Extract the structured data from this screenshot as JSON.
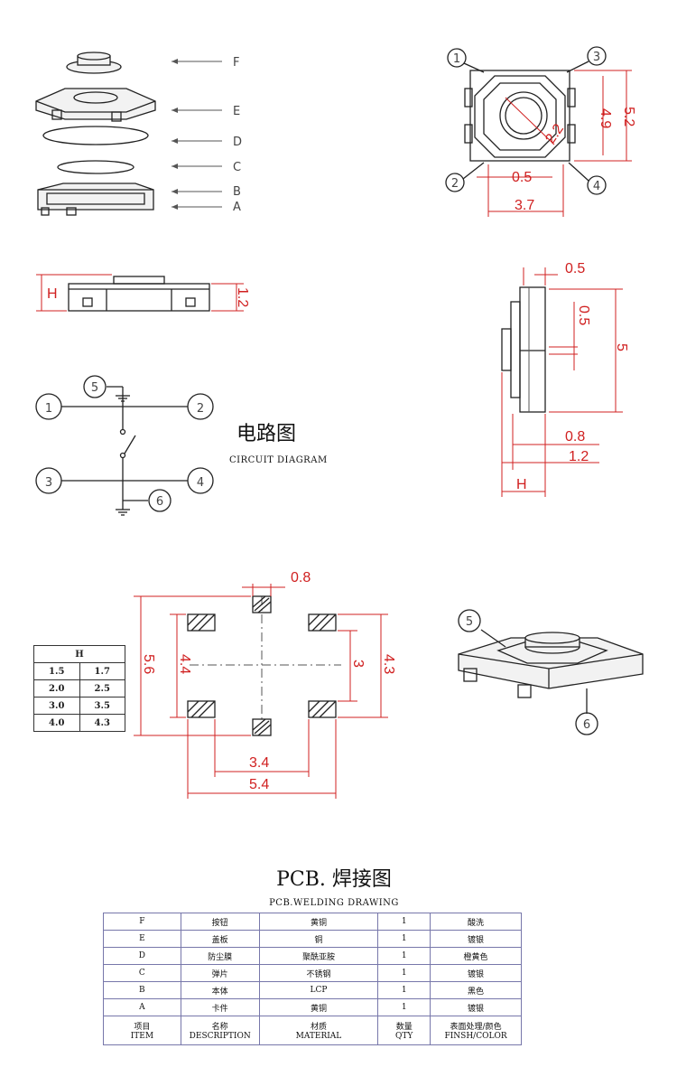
{
  "exploded_view": {
    "labels": [
      "F",
      "E",
      "D",
      "C",
      "B",
      "A"
    ]
  },
  "top_view": {
    "pins": [
      "1",
      "2",
      "3",
      "4"
    ],
    "dims": {
      "width": "3.7",
      "height": "4.9",
      "overall": "5.2",
      "gap": "0.5",
      "diameter": "2.2"
    }
  },
  "side_view": {
    "dims": {
      "h": "H",
      "base": "1.2"
    }
  },
  "right_view": {
    "dims": {
      "top": "0.5",
      "small": "0.5",
      "height": "5",
      "d08": "0.8",
      "d12": "1.2",
      "h": "H"
    }
  },
  "circuit": {
    "nodes": [
      "1",
      "2",
      "3",
      "4",
      "5",
      "6"
    ],
    "title": "电路图",
    "subtitle": "CIRCUIT DIAGRAM"
  },
  "pcb": {
    "dims": {
      "pad": "0.8",
      "height": "5.6",
      "inner_h": "4.4",
      "v3": "3",
      "v43": "4.3",
      "w34": "3.4",
      "w54": "5.4"
    }
  },
  "h_table": {
    "header": "H",
    "rows": [
      [
        "1.5",
        "1.7"
      ],
      [
        "2.0",
        "2.5"
      ],
      [
        "3.0",
        "3.5"
      ],
      [
        "4.0",
        "4.3"
      ]
    ]
  },
  "iso_view": {
    "labels": [
      "5",
      "6"
    ]
  },
  "bom": {
    "title": "PCB. 焊接图",
    "subtitle": "PCB.WELDING DRAWING",
    "rows": [
      [
        "F",
        "按钮",
        "黄铜",
        "1",
        "酸洗"
      ],
      [
        "E",
        "盖板",
        "铜",
        "1",
        "镀银"
      ],
      [
        "D",
        "防尘膜",
        "聚酰亚胺",
        "1",
        "橙黄色"
      ],
      [
        "C",
        "弹片",
        "不锈钢",
        "1",
        "镀银"
      ],
      [
        "B",
        "本体",
        "LCP",
        "1",
        "黑色"
      ],
      [
        "A",
        "卡件",
        "黄铜",
        "1",
        "镀银"
      ]
    ],
    "header_cn": [
      "项目",
      "名称",
      "材质",
      "数量",
      "表面处理/颜色"
    ],
    "header_en": [
      "ITEM",
      "DESCRIPTION",
      "MATERIAL",
      "QTY",
      "FINSH/COLOR"
    ]
  },
  "colors": {
    "dimension": "#d02020",
    "line": "#222222"
  }
}
